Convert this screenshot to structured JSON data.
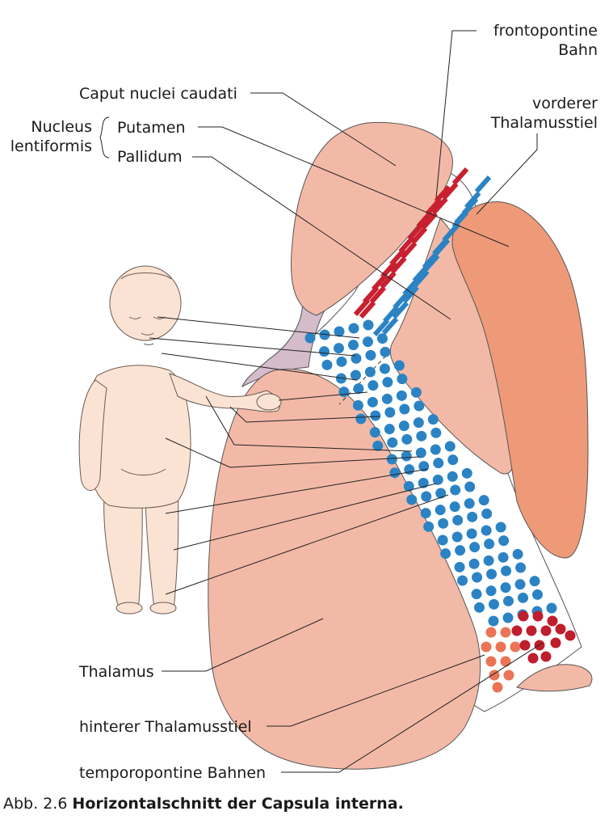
{
  "labels": {
    "frontopontine_line1": "frontopontine",
    "frontopontine_line2": "Bahn",
    "caput": "Caput nuclei caudati",
    "vorderer_line1": "vorderer",
    "vorderer_line2": "Thalamusstiel",
    "nucleus_line1": "Nucleus",
    "nucleus_line2": "lentiformis",
    "putamen": "Putamen",
    "pallidum": "Pallidum",
    "thalamus": "Thalamus",
    "hinterer": "hinterer Thalamusstiel",
    "temporopontine": "temporopontine Bahnen"
  },
  "caption": {
    "number": "Abb. 2.6",
    "title": "Horizontalschnitt der Capsula interna."
  },
  "colors": {
    "nucleus_fill": "#f3b9a7",
    "putamen_fill": "#ee9a78",
    "skin_fill": "#fbe3d4",
    "capsule_bg": "#ffffff",
    "frontopontine_red": "#c8202f",
    "thalamus_stalk_blue": "#2b83c4",
    "corticospinal_blue": "#2b83c4",
    "posterior_stalk_salmon": "#ea7455",
    "temporopontine_red": "#be1e2d",
    "genu_lilac": "#d4bccb"
  }
}
